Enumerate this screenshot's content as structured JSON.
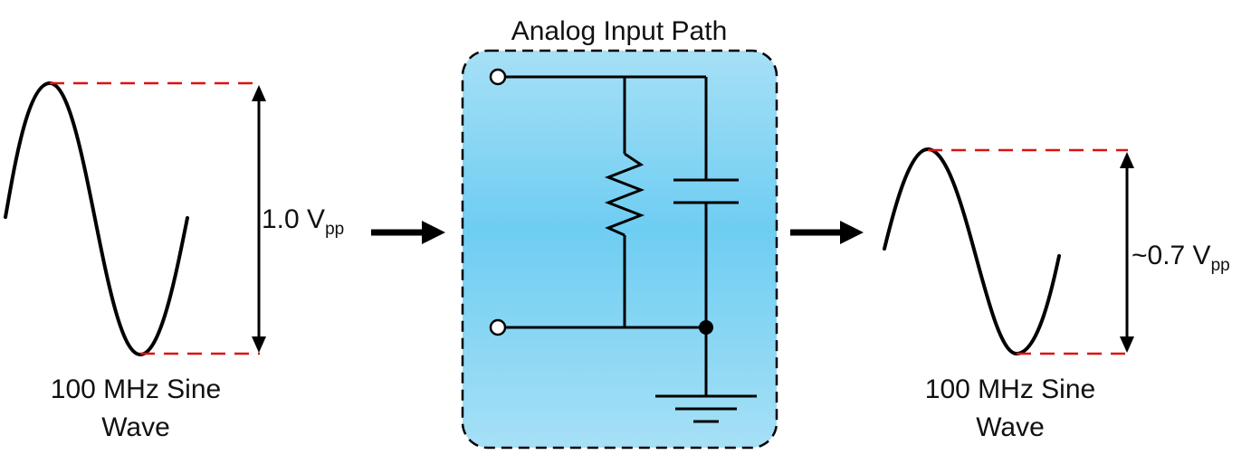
{
  "title": "Analog Input Path",
  "input": {
    "amplitude_value": "1.0 V",
    "amplitude_subscript": "pp",
    "caption_line1": "100 MHz Sine",
    "caption_line2": "Wave"
  },
  "output": {
    "amplitude_value": "~0.7 V",
    "amplitude_subscript": "pp",
    "caption_line1": "100 MHz Sine",
    "caption_line2": "Wave"
  },
  "colors": {
    "panel_edge": "#8fd6f3",
    "panel_mid": "#6ecdf2",
    "guide_dash": "#dd1111",
    "line": "#000000"
  }
}
